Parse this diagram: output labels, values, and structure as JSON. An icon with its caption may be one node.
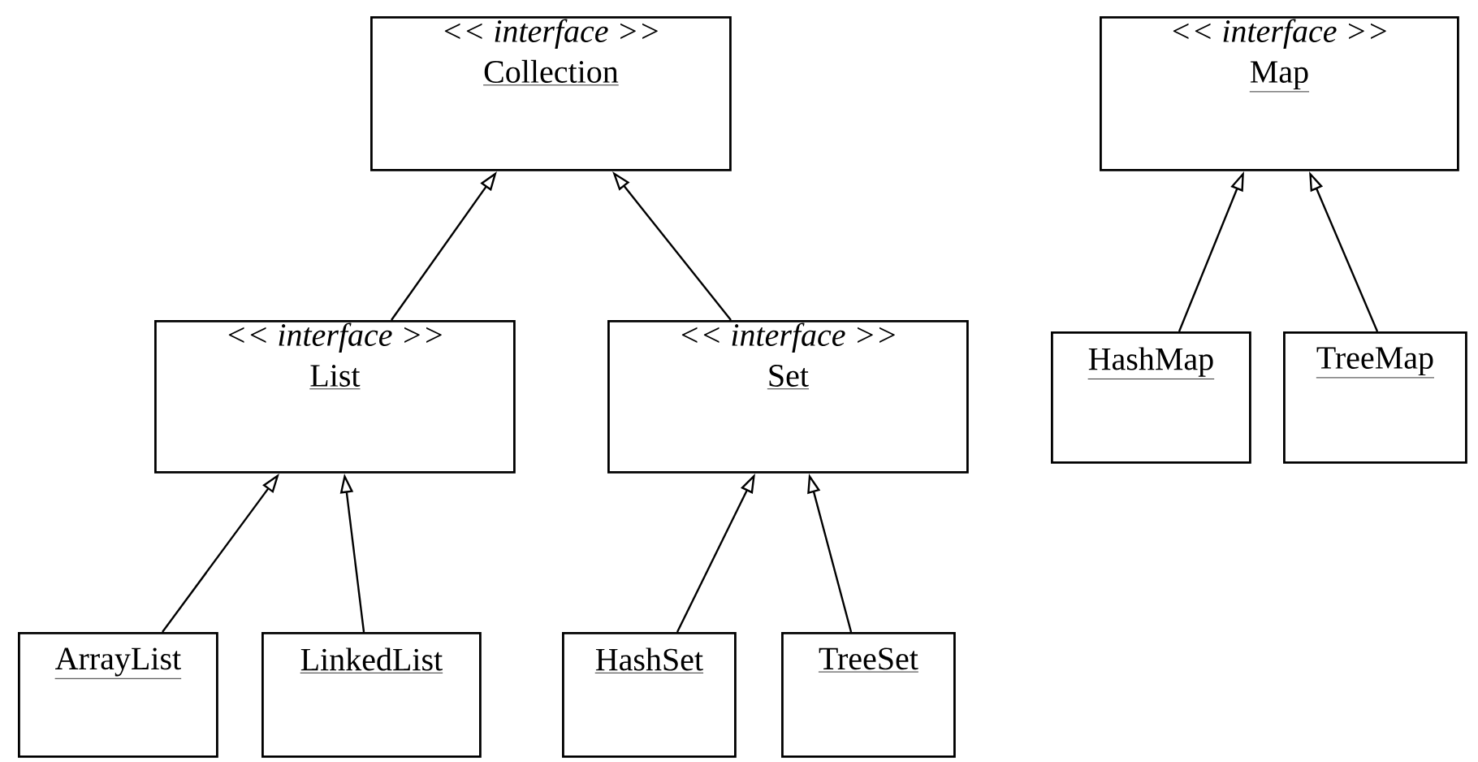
{
  "diagram": {
    "nodes": [
      {
        "text": [
          "<< interface >>",
          "Collection"
        ]
      },
      {
        "text": [
          "<< interface >>",
          "Map"
        ]
      },
      {
        "text": [
          "<< interface >>",
          "List"
        ]
      },
      {
        "text": [
          "<< interface >>",
          "Set"
        ]
      },
      {
        "text": [
          "HashMap"
        ]
      },
      {
        "text": [
          "TreeMap"
        ]
      },
      {
        "text": [
          "ArrayList"
        ]
      },
      {
        "text": [
          "LinkedList"
        ]
      },
      {
        "text": [
          "HashSet"
        ]
      },
      {
        "text": [
          "TreeSet"
        ]
      }
    ],
    "edges": [
      {
        "from": 2,
        "to": 0,
        "arrow": "to"
      },
      {
        "from": 3,
        "to": 0,
        "arrow": "to"
      },
      {
        "from": 4,
        "to": 1,
        "arrow": "to"
      },
      {
        "from": 5,
        "to": 1,
        "arrow": "to"
      },
      {
        "from": 6,
        "to": 2,
        "arrow": "to"
      },
      {
        "from": 7,
        "to": 2,
        "arrow": "to"
      },
      {
        "from": 8,
        "to": 3,
        "arrow": "to"
      },
      {
        "from": 9,
        "to": 3,
        "arrow": "to"
      }
    ]
  }
}
